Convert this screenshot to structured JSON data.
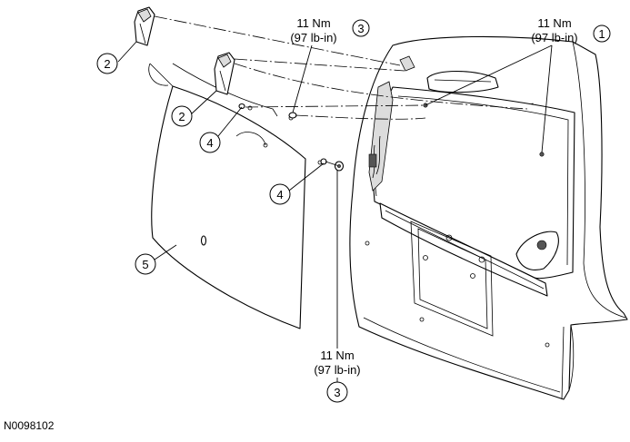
{
  "diagram": {
    "figure_id": "N0098102",
    "callouts": [
      {
        "number": "1",
        "torque_line1": "11 Nm",
        "torque_line2": "(97 lb-in)"
      },
      {
        "number": "2"
      },
      {
        "number": "2"
      },
      {
        "number": "3",
        "torque_line1": "11 Nm",
        "torque_line2": "(97 lb-in)"
      },
      {
        "number": "3",
        "torque_line1": "11 Nm",
        "torque_line2": "(97 lb-in)"
      },
      {
        "number": "4"
      },
      {
        "number": "4"
      },
      {
        "number": "5"
      }
    ]
  }
}
